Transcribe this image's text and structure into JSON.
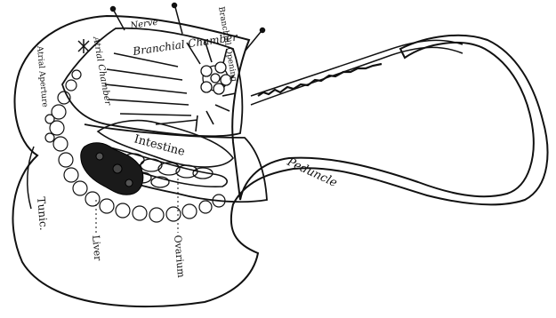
{
  "labels": {
    "nerve": "Nerve",
    "atrial_chamber": "Atrial Chamber",
    "branchial_chamber": "Branchial Chamber",
    "branchial_opening": "Branchial Opening",
    "atrial_opening": "Atrial Aperture",
    "intestine": "Intestine",
    "peduncle": "Peduncle",
    "tunic": "Tunic.",
    "liver": "Liver",
    "ovarium": "Ovarium"
  }
}
